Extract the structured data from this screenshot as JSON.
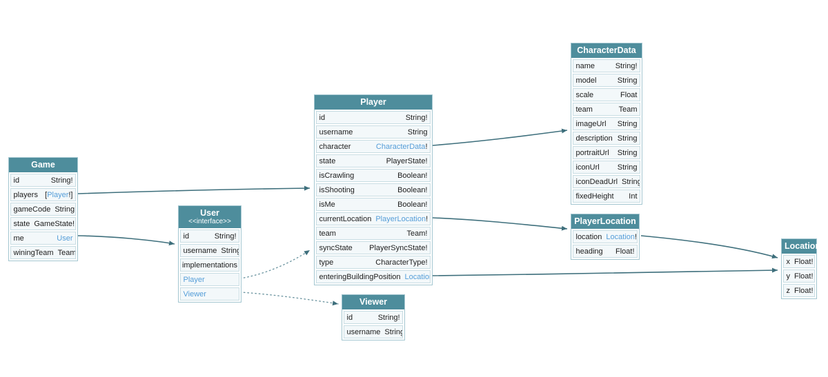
{
  "diagram": {
    "colors": {
      "header_bg": "#4e8d9c",
      "header_text": "#ffffff",
      "link": "#549dd8",
      "edge": "#3e6f7c",
      "row_bg": "#f3f8fa",
      "row_border": "#c9dde3"
    },
    "tables": [
      {
        "title": "Game",
        "fields": [
          {
            "name": "id",
            "type": [
              {
                "text": "String!",
                "link": false
              }
            ]
          },
          {
            "name": "players",
            "type": [
              {
                "text": "[",
                "link": false
              },
              {
                "text": "Player",
                "link": true
              },
              {
                "text": "!]",
                "link": false
              }
            ]
          },
          {
            "name": "gameCode",
            "type": [
              {
                "text": "String!",
                "link": false
              }
            ]
          },
          {
            "name": "state",
            "type": [
              {
                "text": "GameState!",
                "link": false
              }
            ]
          },
          {
            "name": "me",
            "type": [
              {
                "text": "User",
                "link": true
              }
            ]
          },
          {
            "name": "winingTeam",
            "type": [
              {
                "text": "Team",
                "link": false
              }
            ]
          }
        ]
      },
      {
        "title": "User",
        "subtitle": "<<interface>>",
        "fields": [
          {
            "name": "id",
            "type": [
              {
                "text": "String!",
                "link": false
              }
            ]
          },
          {
            "name": "username",
            "type": [
              {
                "text": "String",
                "link": false
              }
            ]
          },
          {
            "section": "implementations"
          },
          {
            "possible": "Player"
          },
          {
            "possible": "Viewer"
          }
        ]
      },
      {
        "title": "Player",
        "fields": [
          {
            "name": "id",
            "type": [
              {
                "text": "String!",
                "link": false
              }
            ]
          },
          {
            "name": "username",
            "type": [
              {
                "text": "String",
                "link": false
              }
            ]
          },
          {
            "name": "character",
            "type": [
              {
                "text": "CharacterData",
                "link": true
              },
              {
                "text": "!",
                "link": false
              }
            ]
          },
          {
            "name": "state",
            "type": [
              {
                "text": "PlayerState!",
                "link": false
              }
            ]
          },
          {
            "name": "isCrawling",
            "type": [
              {
                "text": "Boolean!",
                "link": false
              }
            ]
          },
          {
            "name": "isShooting",
            "type": [
              {
                "text": "Boolean!",
                "link": false
              }
            ]
          },
          {
            "name": "isMe",
            "type": [
              {
                "text": "Boolean!",
                "link": false
              }
            ]
          },
          {
            "name": "currentLocation",
            "type": [
              {
                "text": "PlayerLocation",
                "link": true
              },
              {
                "text": "!",
                "link": false
              }
            ]
          },
          {
            "name": "team",
            "type": [
              {
                "text": "Team!",
                "link": false
              }
            ]
          },
          {
            "name": "syncState",
            "type": [
              {
                "text": "PlayerSyncState!",
                "link": false
              }
            ]
          },
          {
            "name": "type",
            "type": [
              {
                "text": "CharacterType!",
                "link": false
              }
            ]
          },
          {
            "name": "enteringBuildingPosition",
            "type": [
              {
                "text": "Location",
                "link": true
              }
            ]
          }
        ]
      },
      {
        "title": "Viewer",
        "fields": [
          {
            "name": "id",
            "type": [
              {
                "text": "String!",
                "link": false
              }
            ]
          },
          {
            "name": "username",
            "type": [
              {
                "text": "String",
                "link": false
              }
            ]
          }
        ]
      },
      {
        "title": "CharacterData",
        "fields": [
          {
            "name": "name",
            "type": [
              {
                "text": "String!",
                "link": false
              }
            ]
          },
          {
            "name": "model",
            "type": [
              {
                "text": "String",
                "link": false
              }
            ]
          },
          {
            "name": "scale",
            "type": [
              {
                "text": "Float",
                "link": false
              }
            ]
          },
          {
            "name": "team",
            "type": [
              {
                "text": "Team",
                "link": false
              }
            ]
          },
          {
            "name": "imageUrl",
            "type": [
              {
                "text": "String",
                "link": false
              }
            ]
          },
          {
            "name": "description",
            "type": [
              {
                "text": "String",
                "link": false
              }
            ]
          },
          {
            "name": "portraitUrl",
            "type": [
              {
                "text": "String",
                "link": false
              }
            ]
          },
          {
            "name": "iconUrl",
            "type": [
              {
                "text": "String",
                "link": false
              }
            ]
          },
          {
            "name": "iconDeadUrl",
            "type": [
              {
                "text": "String",
                "link": false
              }
            ]
          },
          {
            "name": "fixedHeight",
            "type": [
              {
                "text": "Int",
                "link": false
              }
            ]
          }
        ]
      },
      {
        "title": "PlayerLocation",
        "fields": [
          {
            "name": "location",
            "type": [
              {
                "text": "Location",
                "link": true
              },
              {
                "text": "!",
                "link": false
              }
            ]
          },
          {
            "name": "heading",
            "type": [
              {
                "text": "Float!",
                "link": false
              }
            ]
          }
        ]
      },
      {
        "title": "Location",
        "fields": [
          {
            "name": "x",
            "type": [
              {
                "text": "Float!",
                "link": false
              }
            ]
          },
          {
            "name": "y",
            "type": [
              {
                "text": "Float!",
                "link": false
              }
            ]
          },
          {
            "name": "z",
            "type": [
              {
                "text": "Float!",
                "link": false
              }
            ]
          }
        ]
      }
    ],
    "edges": [
      {
        "from": "Game.players",
        "to": "Player",
        "style": "solid"
      },
      {
        "from": "Game.me",
        "to": "User",
        "style": "solid"
      },
      {
        "from": "User.Player",
        "to": "Player",
        "style": "dotted"
      },
      {
        "from": "User.Viewer",
        "to": "Viewer",
        "style": "dotted"
      },
      {
        "from": "Player.character",
        "to": "CharacterData",
        "style": "solid"
      },
      {
        "from": "Player.currentLocation",
        "to": "PlayerLocation",
        "style": "solid"
      },
      {
        "from": "PlayerLocation.location",
        "to": "Location",
        "style": "solid"
      },
      {
        "from": "Player.enteringBuildingPosition",
        "to": "Location",
        "style": "solid"
      }
    ]
  }
}
